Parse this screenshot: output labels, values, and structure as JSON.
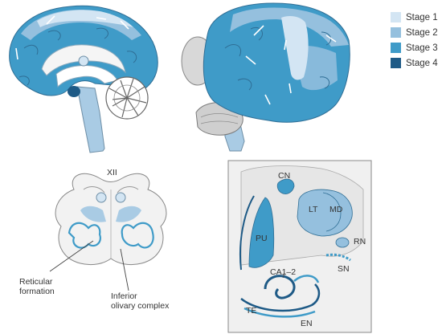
{
  "legend": {
    "items": [
      {
        "label": "Stage 1",
        "color": "#d3e5f3"
      },
      {
        "label": "Stage 2",
        "color": "#95c0de"
      },
      {
        "label": "Stage 3",
        "color": "#3f9bc8"
      },
      {
        "label": "Stage 4",
        "color": "#1e5a86"
      }
    ]
  },
  "brainstem": {
    "xii": "XII",
    "reticular_line1": "Reticular",
    "reticular_line2": "formation",
    "olivary_line1": "Inferior",
    "olivary_line2": "olivary complex"
  },
  "coronal": {
    "cn": "CN",
    "lt": "LT",
    "md": "MD",
    "pu": "PU",
    "rn": "RN",
    "sn": "SN",
    "ca": "CA1–2",
    "te": "TE",
    "en": "EN"
  }
}
